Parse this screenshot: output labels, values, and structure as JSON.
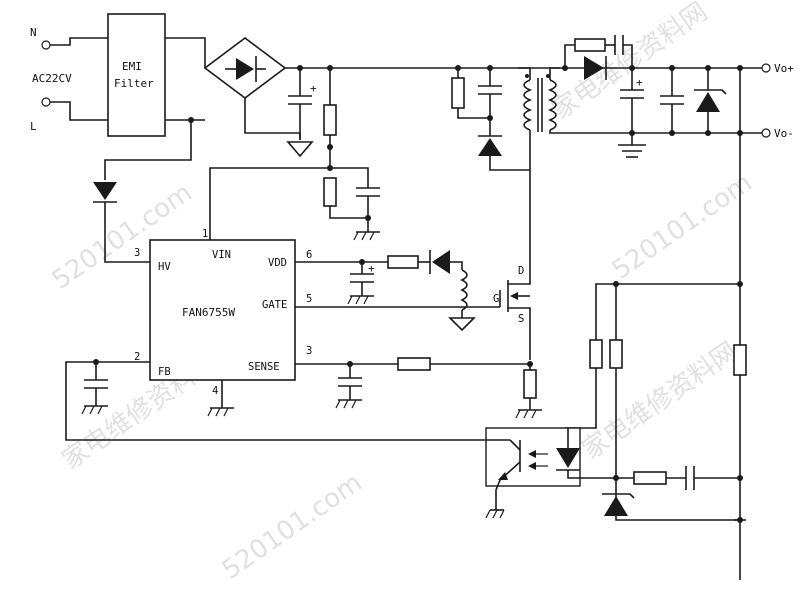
{
  "labels": {
    "n": "N",
    "l": "L",
    "ac": "AC22CV",
    "emi_line1": "EMI",
    "emi_line2": "Filter",
    "chip": "FAN6755W",
    "vin": "VIN",
    "vdd": "VDD",
    "hv": "HV",
    "gate": "GATE",
    "fb": "FB",
    "sense": "SENSE",
    "pin1": "1",
    "pin2": "2",
    "pin3a": "3",
    "pin3b": "3",
    "pin4": "4",
    "pin5": "5",
    "pin6": "6",
    "d": "D",
    "g": "G",
    "s": "S",
    "vo_plus": "Vo+",
    "vo_minus": "Vo-"
  },
  "watermark": {
    "cn": "家电维修资料网",
    "num": "520101.com"
  }
}
